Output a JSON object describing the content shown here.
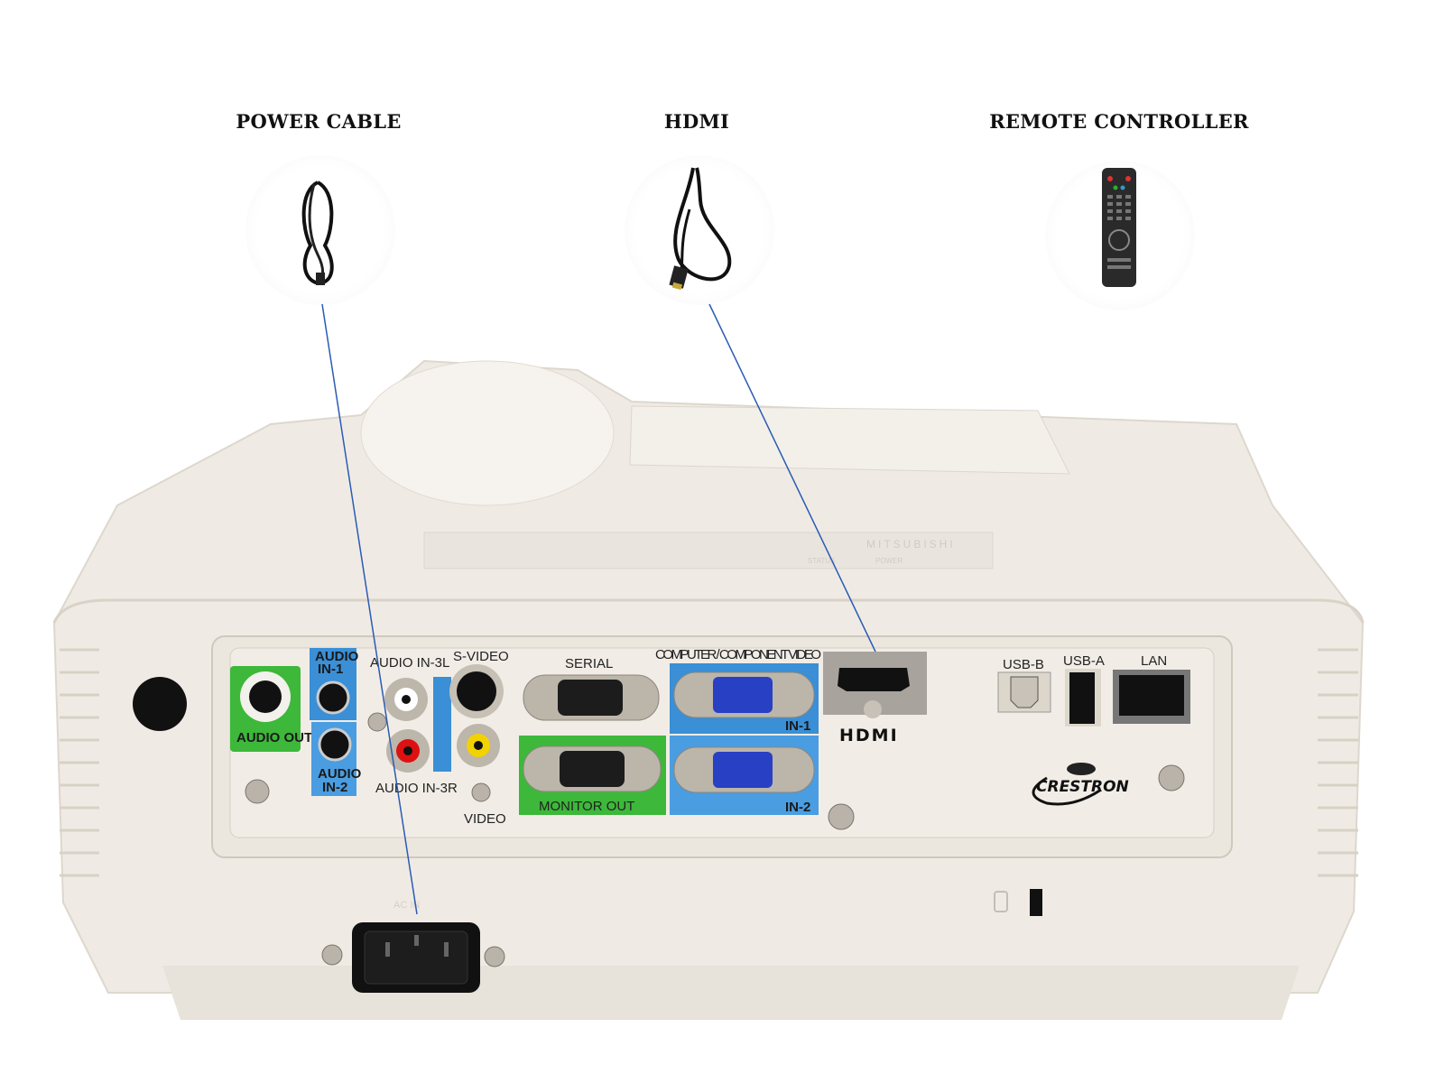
{
  "accessories": [
    {
      "label": "POWER CABLE",
      "icon": "power-cable-icon"
    },
    {
      "label": "HDMI",
      "icon": "hdmi-cable-icon"
    },
    {
      "label": "REMOTE CONTROLLER",
      "icon": "remote-controller-icon"
    }
  ],
  "projector": {
    "brand": "MITSUBISHI",
    "top_indicators": [
      "STATUS",
      "POWER"
    ],
    "ports": {
      "audio_out": "AUDIO OUT",
      "audio_in_1": "AUDIO IN-1",
      "audio_in_1_l1": "AUDIO",
      "audio_in_1_l2": "IN-1",
      "audio_in_2_l1": "AUDIO",
      "audio_in_2_l2": "IN-2",
      "audio_in_3l": "AUDIO IN-3L",
      "audio_in_3r": "AUDIO IN-3R",
      "s_video": "S-VIDEO",
      "video": "VIDEO",
      "serial": "SERIAL",
      "monitor_out": "MONITOR OUT",
      "computer_component": "COMPUTER / COMPONENT VIDEO",
      "in_1": "IN-1",
      "in_2": "IN-2",
      "hdmi": "HDMI",
      "usb_b": "USB-B",
      "usb_a": "USB-A",
      "lan": "LAN",
      "ac_in": "AC IN"
    },
    "crestron_logo": "CRESTRON"
  },
  "colors": {
    "callout_line": "#2a5bb5",
    "green_panel": "#3db83a",
    "blue_panel": "#3a8fd6",
    "body": "#efebe4"
  }
}
